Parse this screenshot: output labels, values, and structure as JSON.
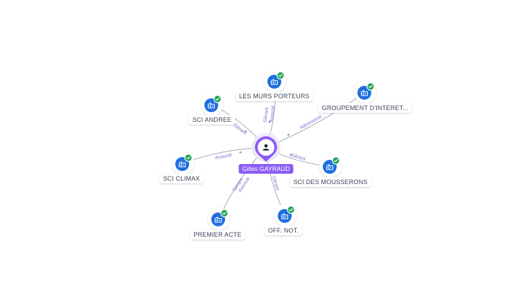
{
  "colors": {
    "accent": "#8b5cf6",
    "company": "#1f6fe0",
    "verified": "#1fa152",
    "edge": "#9a9fb0",
    "edge_label": "#7b6fd0"
  },
  "icons": {
    "person": "person-icon",
    "company": "building-icon",
    "verified": "check-badge-icon"
  },
  "center": {
    "name": "Gilles GAYRAUD"
  },
  "nodes": [
    {
      "id": "murs",
      "label": "LES MURS PORTEURS",
      "relations": [
        "Gérant",
        "Associé"
      ]
    },
    {
      "id": "groupement",
      "label": "GROUPEMENT D'INTERET...",
      "relations": [
        "Administrat..."
      ]
    },
    {
      "id": "andree",
      "label": "SCI ANDREE",
      "relations": [
        "Gérant"
      ]
    },
    {
      "id": "climax",
      "label": "SCI CLIMAX",
      "relations": [
        "Associé"
      ]
    },
    {
      "id": "mousserons",
      "label": "SCI DES MOUSSERONS",
      "relations": [
        "Gérant"
      ]
    },
    {
      "id": "premier",
      "label": "PREMIER ACTE",
      "relations": [
        "Gérant",
        "Associé"
      ]
    },
    {
      "id": "offnot",
      "label": "OFF. NOT.",
      "relations": [
        "Gérant"
      ]
    }
  ]
}
